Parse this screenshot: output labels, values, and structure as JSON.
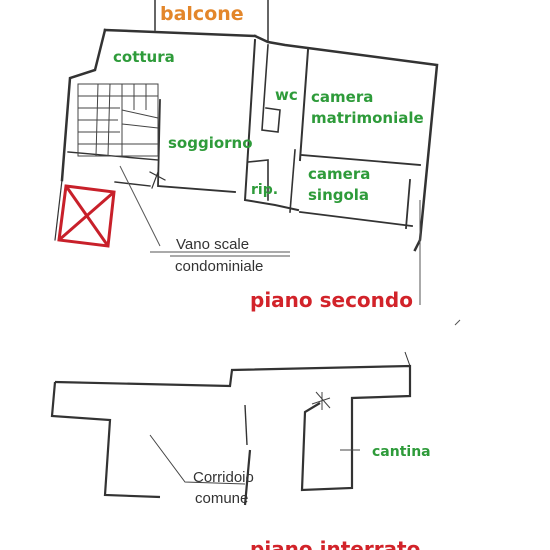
{
  "labels": {
    "balcony": "balcone",
    "kitchen": "cottura",
    "wc": "wc",
    "master_bedroom_1": "camera",
    "master_bedroom_2": "matrimoniale",
    "living_room": "soggiorno",
    "storage": "rip.",
    "single_bedroom_1": "camera",
    "single_bedroom_2": "singola",
    "stairwell_1": "Vano scale",
    "stairwell_2": "condominiale",
    "floor_second": "piano secondo",
    "cellar": "cantina",
    "corridor_1": "Corridoio",
    "corridor_2": "comune",
    "floor_basement": "piano interrato"
  },
  "colors": {
    "room_labels": "#2e9b3a",
    "floor_titles": "#d2232a",
    "balcony_label": "#e3862a",
    "stair_marker": "#c8202a",
    "walls": "#333333"
  }
}
